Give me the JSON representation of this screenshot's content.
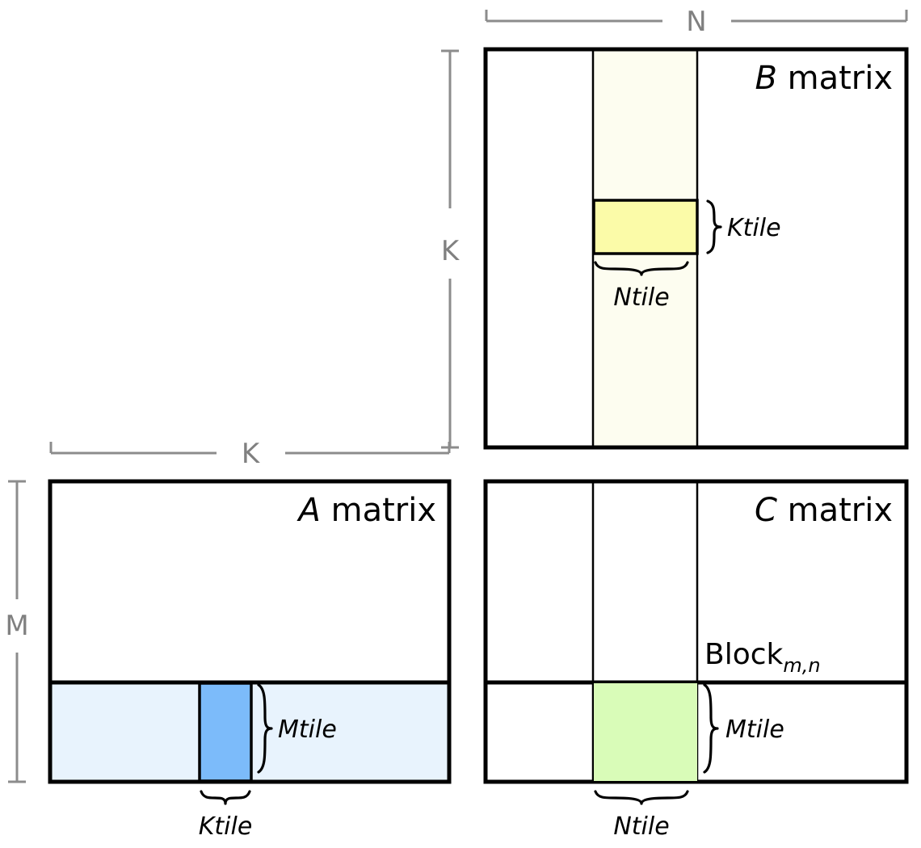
{
  "figure": {
    "title_absent": true,
    "background_color": "#ffffff"
  },
  "colors": {
    "outline": "#000000",
    "dimension_line": "#8c8c8c",
    "dimension_text": "#808080",
    "b_column_strip": "#fdfdf0",
    "b_tile_yellow": "#fbfba8",
    "a_row_strip": "#e8f3fd",
    "a_tile_blue": "#7cbbfa",
    "c_tile_green": "#d9fcb8"
  },
  "matrices": {
    "b": {
      "label_italic": "B",
      "label_rest": " matrix",
      "ktile_label": "Ktile",
      "ntile_label": "Ntile"
    },
    "a": {
      "label_italic": "A",
      "label_rest": " matrix",
      "mtile_label": "Mtile",
      "ktile_label": "Ktile"
    },
    "c": {
      "label_italic": "C",
      "label_rest": " matrix",
      "block_label": "Block",
      "block_subscript": "m,n",
      "mtile_label": "Mtile",
      "ntile_label": "Ntile"
    }
  },
  "dimensions": {
    "n_label": "N",
    "k_vertical_label": "K",
    "k_horizontal_label": "K",
    "m_label": "M"
  }
}
